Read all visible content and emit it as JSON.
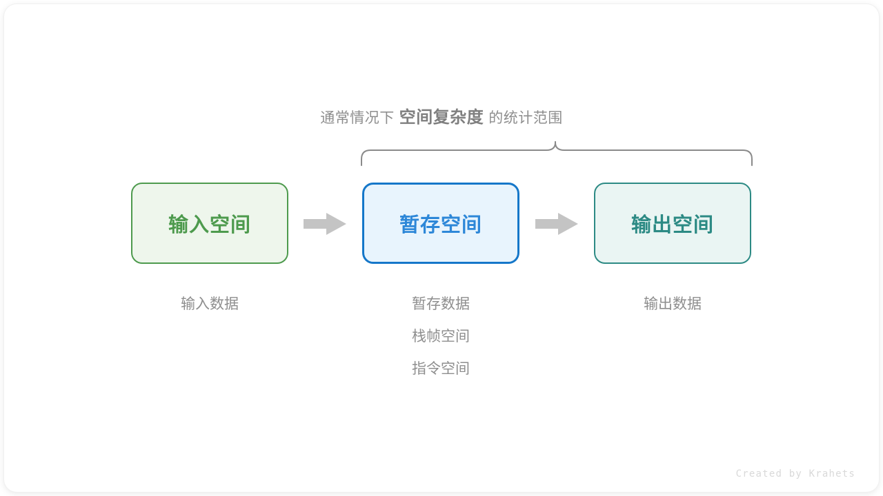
{
  "caption": {
    "prefix": "通常情况下",
    "emphasis": "空间复杂度",
    "suffix": "的统计范围"
  },
  "nodes": [
    {
      "id": "input-space",
      "label": "输入空间",
      "border_color": "#4d9a4d",
      "fill_color": "#eef6ec",
      "text_color": "#4d9a4d"
    },
    {
      "id": "temp-space",
      "label": "暂存空间",
      "border_color": "#1577c9",
      "fill_color": "#e8f4fd",
      "text_color": "#2d87d8"
    },
    {
      "id": "output-space",
      "label": "输出空间",
      "border_color": "#2c8a84",
      "fill_color": "#eaf5f3",
      "text_color": "#2c8a84"
    }
  ],
  "arrows": [
    {
      "id": "arrow-input-to-temp",
      "color": "#c4c4c4"
    },
    {
      "id": "arrow-temp-to-output",
      "color": "#c4c4c4"
    }
  ],
  "captions": [
    {
      "for": "input-space",
      "lines": [
        "输入数据"
      ]
    },
    {
      "for": "temp-space",
      "lines": [
        "暂存数据",
        "栈帧空间",
        "指令空间"
      ]
    },
    {
      "for": "output-space",
      "lines": [
        "输出数据"
      ]
    }
  ],
  "brace": {
    "color": "#8a8a8a",
    "spans": [
      "temp-space",
      "output-space"
    ]
  },
  "watermark": "Created by Krahets",
  "colors": {
    "background": "#ffffff",
    "muted_text": "#8e8e8e",
    "watermark": "#d9d9d9"
  }
}
